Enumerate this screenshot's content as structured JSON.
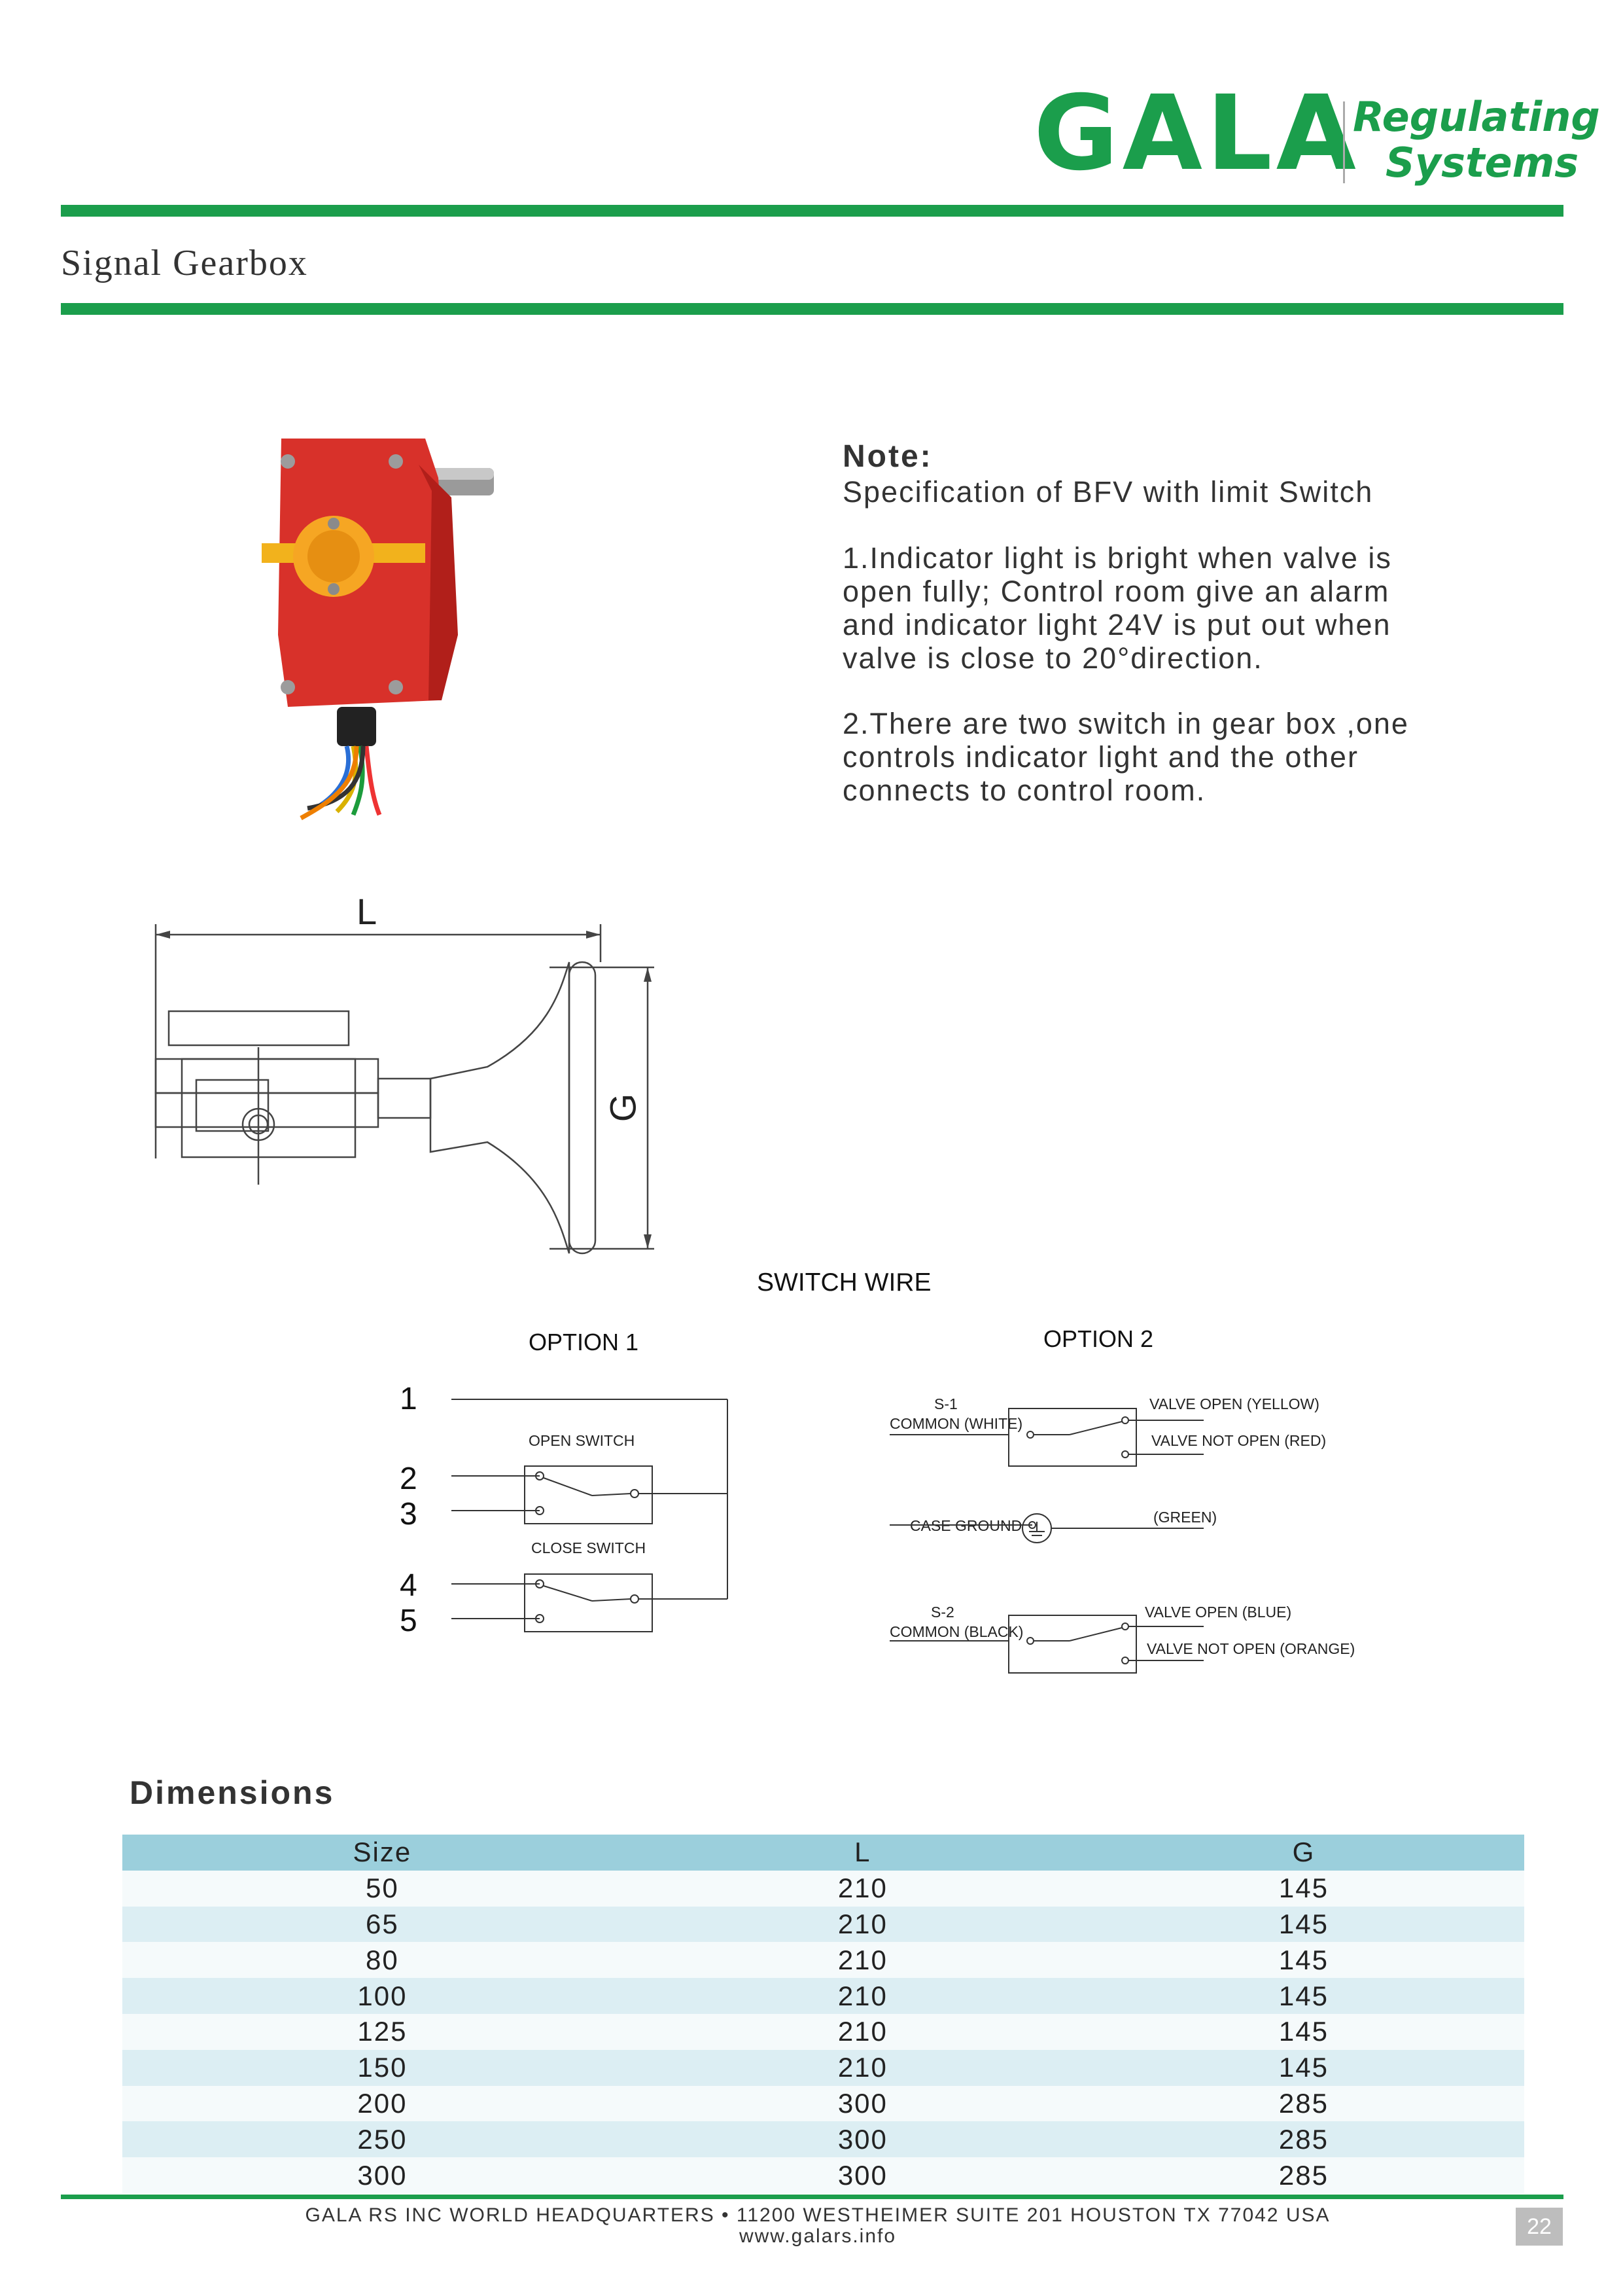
{
  "brand": {
    "logo": "GALA",
    "tagline_1": "Regulating",
    "tagline_2": "Systems",
    "color": "#1b9e4c"
  },
  "page_title": "Signal Gearbox",
  "note": {
    "title": "Note:",
    "subtitle": "Specification of BFV with limit Switch",
    "p1": [
      "1.Indicator light is bright when valve is",
      "open fully; Control room give an alarm",
      "and indicator light 24V is put out when",
      "valve is close to 20°direction."
    ],
    "p2": [
      "2.There are two switch in gear box ,one",
      "controls indicator light and the other",
      "connects to control room."
    ]
  },
  "drawing": {
    "dim_l": "L",
    "dim_g": "G"
  },
  "switch_wire": {
    "title": "SWITCH WIRE",
    "option1": {
      "label": "OPTION 1",
      "terminals": [
        "1",
        "2",
        "3",
        "4",
        "5"
      ],
      "open_switch": "OPEN SWITCH",
      "close_switch": "CLOSE SWITCH"
    },
    "option2": {
      "label": "OPTION 2",
      "s1": "S-1",
      "s1_common": "COMMON (WHITE)",
      "s1_open": "VALVE OPEN (YELLOW)",
      "s1_not_open": "VALVE NOT OPEN (RED)",
      "case_ground": "CASE GROUND",
      "ground_color": "(GREEN)",
      "s2": "S-2",
      "s2_common": "COMMON (BLACK)",
      "s2_open": "VALVE OPEN (BLUE)",
      "s2_not_open": "VALVE NOT OPEN (ORANGE)"
    }
  },
  "dimensions": {
    "title": "Dimensions",
    "headers": [
      "Size",
      "L",
      "G"
    ],
    "rows": [
      [
        "50",
        "210",
        "145"
      ],
      [
        "65",
        "210",
        "145"
      ],
      [
        "80",
        "210",
        "145"
      ],
      [
        "100",
        "210",
        "145"
      ],
      [
        "125",
        "210",
        "145"
      ],
      [
        "150",
        "210",
        "145"
      ],
      [
        "200",
        "300",
        "285"
      ],
      [
        "250",
        "300",
        "285"
      ],
      [
        "300",
        "300",
        "285"
      ]
    ]
  },
  "footer": {
    "line1": "GALA RS INC WORLD HEADQUARTERS • 11200 WESTHEIMER SUITE 201 HOUSTON TX 77042 USA",
    "line2": "www.galars.info",
    "page": "22"
  }
}
